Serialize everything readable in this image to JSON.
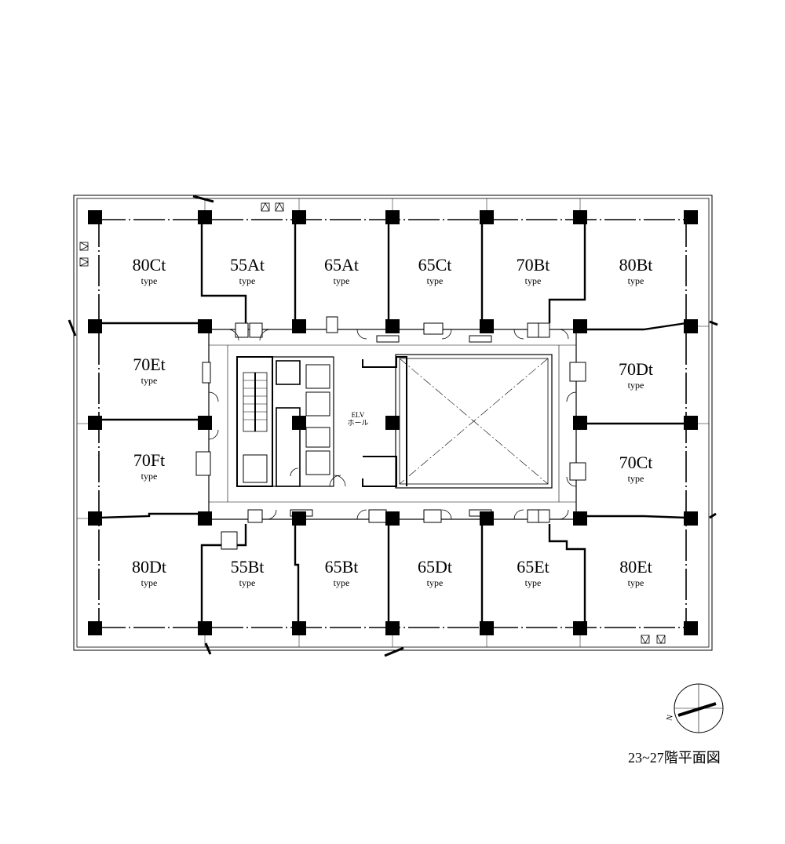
{
  "floor_caption": "23~27階平面図",
  "compass_letter": "N",
  "core": {
    "elv_label": "ELV",
    "hall_label": "ホール"
  },
  "units": [
    {
      "name": "80Ct",
      "sub": "type"
    },
    {
      "name": "55At",
      "sub": "type"
    },
    {
      "name": "65At",
      "sub": "type"
    },
    {
      "name": "65Ct",
      "sub": "type"
    },
    {
      "name": "70Bt",
      "sub": "type"
    },
    {
      "name": "80Bt",
      "sub": "type"
    },
    {
      "name": "70Et",
      "sub": "type"
    },
    {
      "name": "70Dt",
      "sub": "type"
    },
    {
      "name": "70Ft",
      "sub": "type"
    },
    {
      "name": "70Ct",
      "sub": "type"
    },
    {
      "name": "80Dt",
      "sub": "type"
    },
    {
      "name": "55Bt",
      "sub": "type"
    },
    {
      "name": "65Bt",
      "sub": "type"
    },
    {
      "name": "65Dt",
      "sub": "type"
    },
    {
      "name": "65Et",
      "sub": "type"
    },
    {
      "name": "80Et",
      "sub": "type"
    }
  ]
}
